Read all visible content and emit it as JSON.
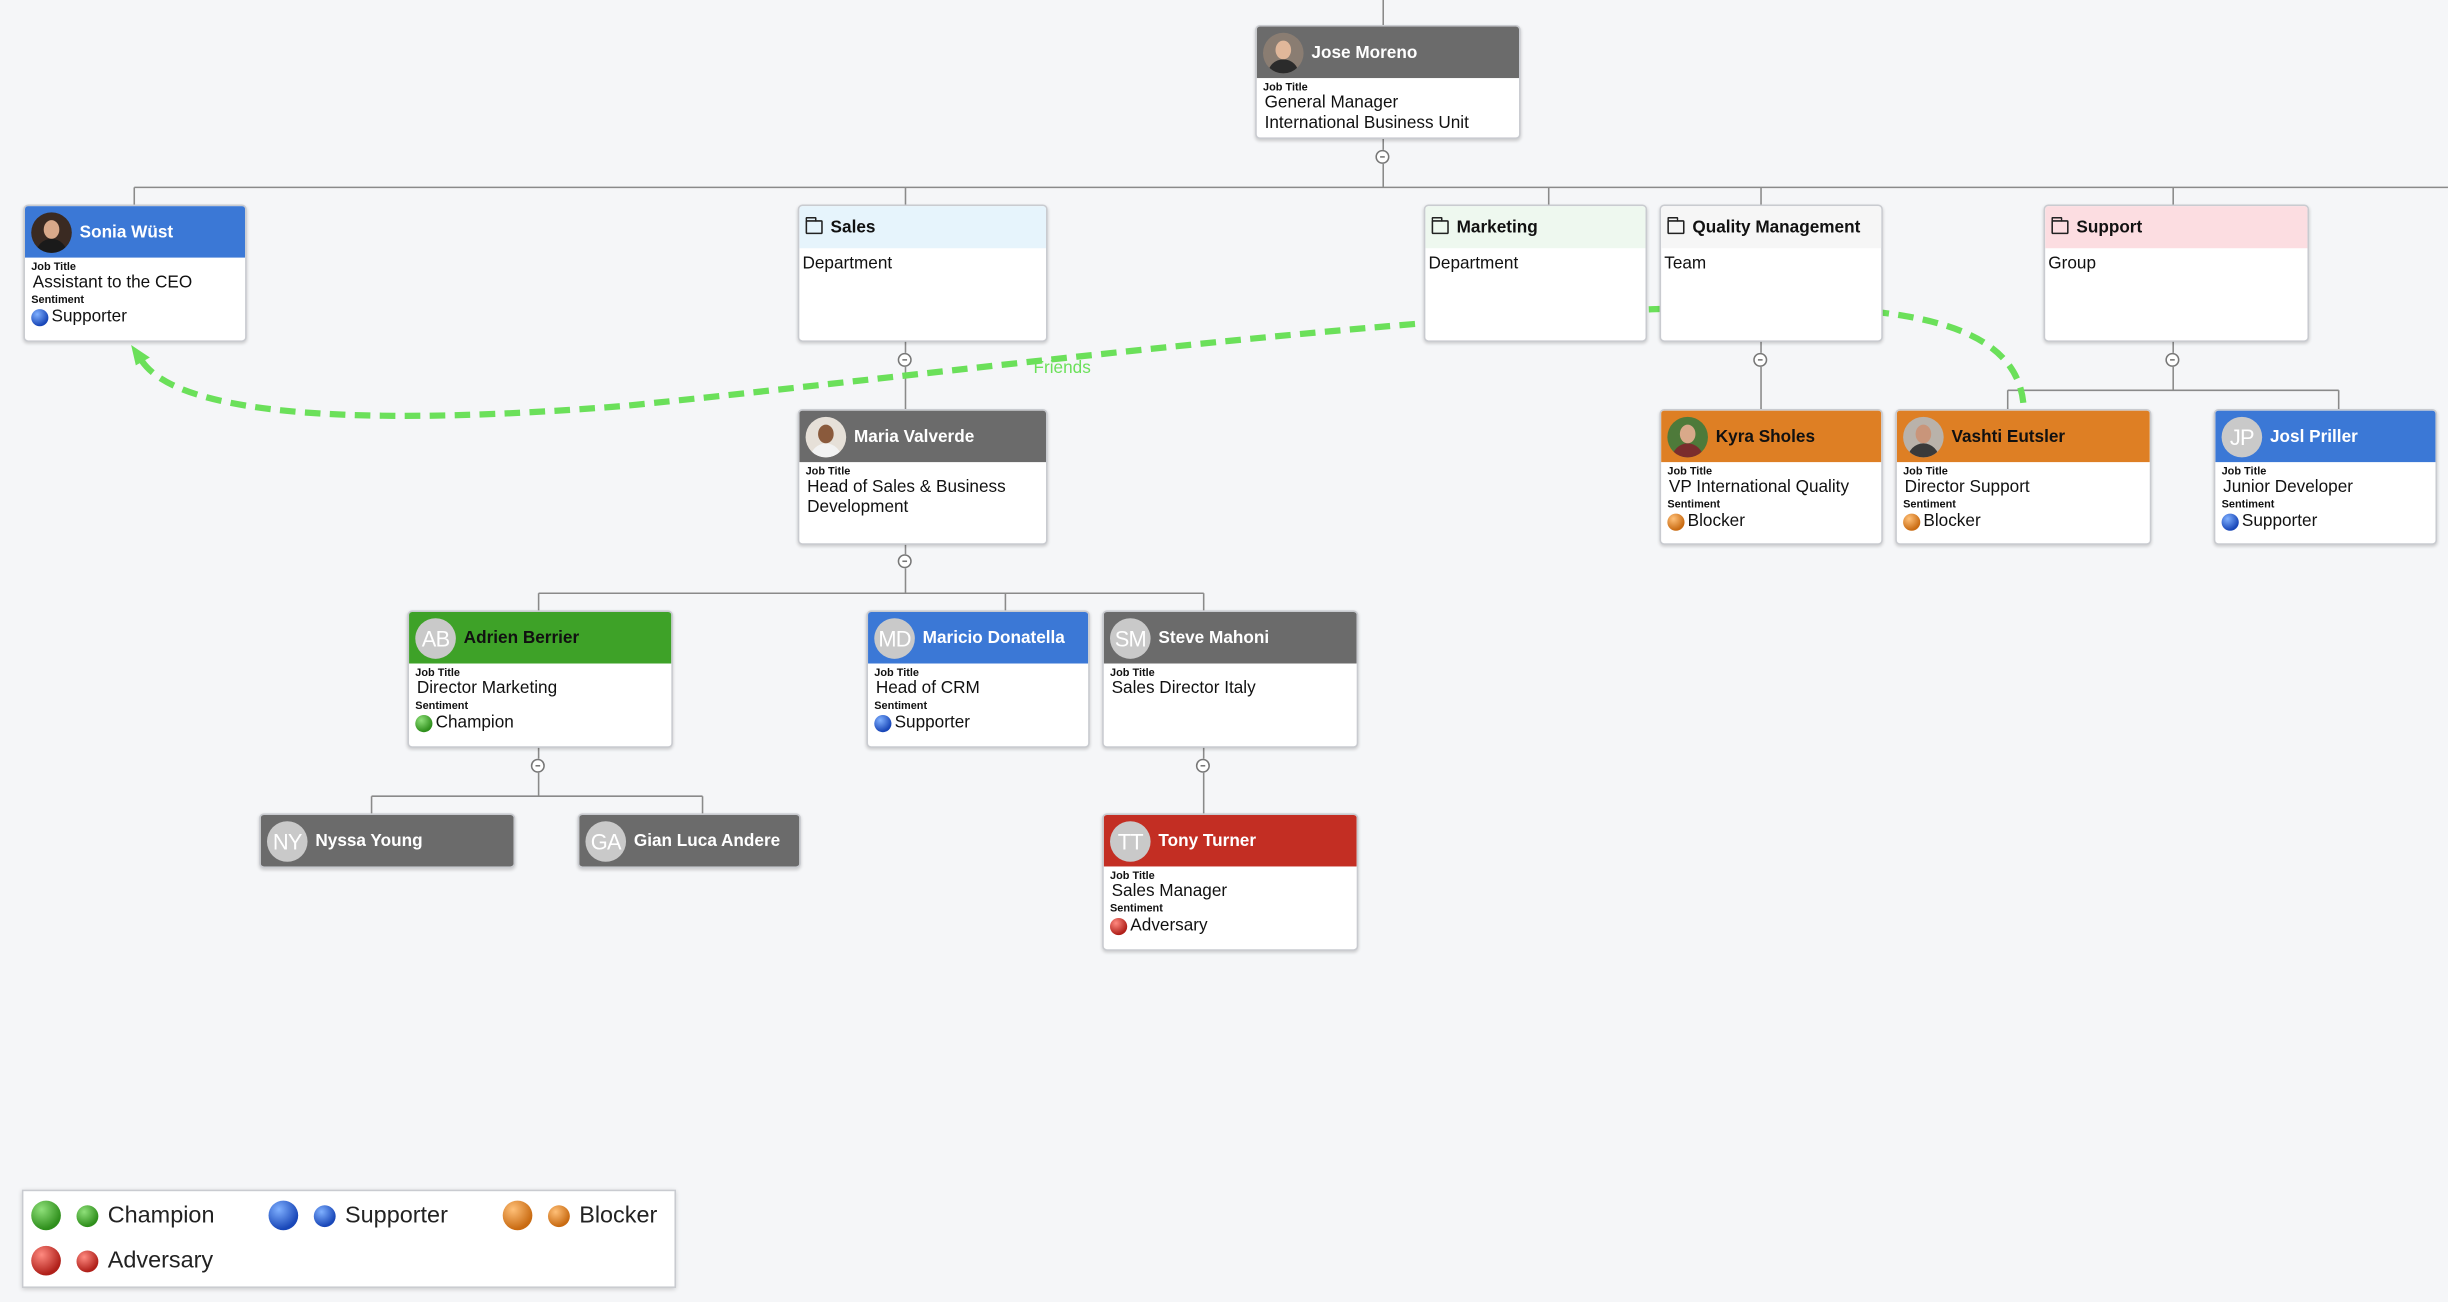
{
  "nodes": {
    "jose": {
      "name": "Jose Moreno",
      "job_label": "Job Title",
      "title_lines": [
        "General Manager",
        "International Business Unit"
      ]
    },
    "sonia": {
      "name": "Sonia Wüst",
      "job_label": "Job Title",
      "title": "Assistant to the CEO",
      "sent_label": "Sentiment",
      "sentiment": "Supporter"
    },
    "maria": {
      "name": "Maria Valverde",
      "job_label": "Job Title",
      "title_lines": [
        "Head of Sales & Business",
        "Development"
      ]
    },
    "adrien": {
      "initials": "AB",
      "name": "Adrien Berrier",
      "job_label": "Job Title",
      "title": "Director Marketing",
      "sent_label": "Sentiment",
      "sentiment": "Champion"
    },
    "maricio": {
      "initials": "MD",
      "name": "Maricio Donatella",
      "job_label": "Job Title",
      "title": "Head of CRM",
      "sent_label": "Sentiment",
      "sentiment": "Supporter"
    },
    "steve": {
      "initials": "SM",
      "name": "Steve Mahoni",
      "job_label": "Job Title",
      "title": "Sales Director Italy"
    },
    "nyssa": {
      "initials": "NY",
      "name": "Nyssa Young"
    },
    "gian": {
      "initials": "GA",
      "name": "Gian Luca Andere"
    },
    "tony": {
      "initials": "TT",
      "name": "Tony Turner",
      "job_label": "Job Title",
      "title": "Sales Manager",
      "sent_label": "Sentiment",
      "sentiment": "Adversary"
    },
    "kyra": {
      "name": "Kyra Sholes",
      "job_label": "Job Title",
      "title": "VP International Quality",
      "sent_label": "Sentiment",
      "sentiment": "Blocker"
    },
    "vashti": {
      "name": "Vashti Eutsler",
      "job_label": "Job Title",
      "title": "Director Support",
      "sent_label": "Sentiment",
      "sentiment": "Blocker"
    },
    "josl": {
      "initials": "JP",
      "name": "Josl Priller",
      "job_label": "Job Title",
      "title": "Junior Developer",
      "sent_label": "Sentiment",
      "sentiment": "Supporter"
    }
  },
  "groups": {
    "sales": {
      "name": "Sales",
      "type": "Department",
      "color": "#e6f4fc"
    },
    "marketing": {
      "name": "Marketing",
      "type": "Department",
      "color": "#eef8ef"
    },
    "quality": {
      "name": "Quality Management",
      "type": "Team",
      "color": "#f6f6f6"
    },
    "support": {
      "name": "Support",
      "type": "Group",
      "color": "#fcdde1"
    }
  },
  "relation_label": "Friends",
  "legend": [
    {
      "label": "Champion",
      "color": "#3ea228"
    },
    {
      "label": "Supporter",
      "color": "#3b78d6"
    },
    {
      "label": "Blocker",
      "color": "#de7f24"
    },
    {
      "label": "Adversary",
      "color": "#c32e23"
    }
  ]
}
